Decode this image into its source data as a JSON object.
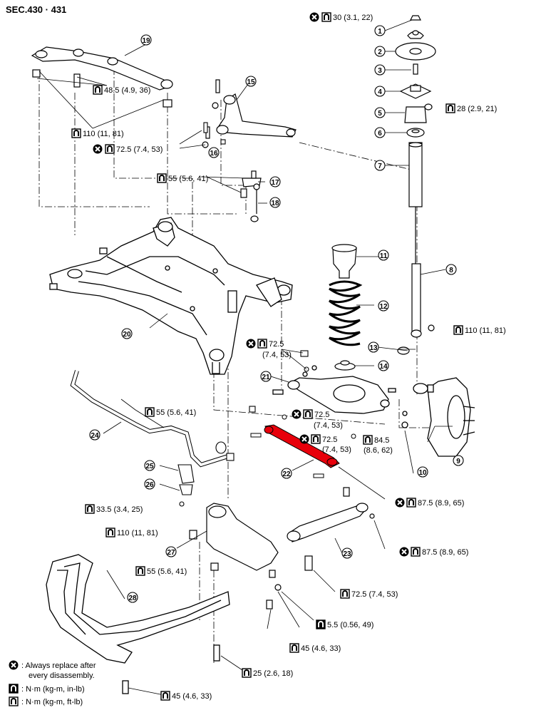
{
  "section": "SEC.430 · 431",
  "colors": {
    "highlight": "#e8000b",
    "line": "#000000"
  },
  "callouts": [
    {
      "id": "1",
      "label": "1"
    },
    {
      "id": "2",
      "label": "2"
    },
    {
      "id": "3",
      "label": "3"
    },
    {
      "id": "4",
      "label": "4"
    },
    {
      "id": "5",
      "label": "5"
    },
    {
      "id": "6",
      "label": "6"
    },
    {
      "id": "7",
      "label": "7"
    },
    {
      "id": "8",
      "label": "8"
    },
    {
      "id": "9",
      "label": "9"
    },
    {
      "id": "10",
      "label": "10"
    },
    {
      "id": "11",
      "label": "11"
    },
    {
      "id": "12",
      "label": "12"
    },
    {
      "id": "13",
      "label": "13"
    },
    {
      "id": "14",
      "label": "14"
    },
    {
      "id": "15",
      "label": "15"
    },
    {
      "id": "16",
      "label": "16"
    },
    {
      "id": "17",
      "label": "17"
    },
    {
      "id": "18",
      "label": "18"
    },
    {
      "id": "19",
      "label": "19"
    },
    {
      "id": "20",
      "label": "20"
    },
    {
      "id": "21",
      "label": "21"
    },
    {
      "id": "22",
      "label": "22"
    },
    {
      "id": "23",
      "label": "23"
    },
    {
      "id": "24",
      "label": "24"
    },
    {
      "id": "25",
      "label": "25"
    },
    {
      "id": "26",
      "label": "26"
    },
    {
      "id": "27",
      "label": "27"
    },
    {
      "id": "28",
      "label": "28"
    }
  ],
  "torques": [
    {
      "id": "t30",
      "text": "30 (3.1, 22)",
      "replace": true,
      "type": "ft"
    },
    {
      "id": "t28",
      "text": "28 (2.9, 21)",
      "replace": false,
      "type": "ft"
    },
    {
      "id": "t485",
      "text": "48.5 (4.9, 36)",
      "replace": false,
      "type": "ft"
    },
    {
      "id": "t110a",
      "text": "110 (11, 81)",
      "replace": false,
      "type": "ft"
    },
    {
      "id": "t725a",
      "text": "72.5 (7.4, 53)",
      "replace": true,
      "type": "ft"
    },
    {
      "id": "t55a",
      "text": "55 (5.6, 41)",
      "replace": false,
      "type": "ft"
    },
    {
      "id": "t110b",
      "text": "110 (11, 81)",
      "replace": false,
      "type": "ft"
    },
    {
      "id": "t725b1",
      "text": "72.5",
      "replace": true,
      "type": "ft"
    },
    {
      "id": "t725b2",
      "text": "(7.4, 53)",
      "replace": false,
      "type": "none"
    },
    {
      "id": "t55b",
      "text": "55 (5.6, 41)",
      "replace": false,
      "type": "ft"
    },
    {
      "id": "t725c1",
      "text": "72.5",
      "replace": true,
      "type": "ft"
    },
    {
      "id": "t725c2",
      "text": "(7.4, 53)",
      "replace": false,
      "type": "none"
    },
    {
      "id": "t725d1",
      "text": "72.5",
      "replace": true,
      "type": "ft"
    },
    {
      "id": "t725d2",
      "text": "(7.4, 53)",
      "replace": false,
      "type": "none"
    },
    {
      "id": "t845a",
      "text": "84.5",
      "replace": false,
      "type": "ft"
    },
    {
      "id": "t845b",
      "text": "(8.6, 62)",
      "replace": false,
      "type": "none"
    },
    {
      "id": "t875a",
      "text": "87.5 (8.9, 65)",
      "replace": true,
      "type": "ft"
    },
    {
      "id": "t875b",
      "text": "87.5 (8.9, 65)",
      "replace": true,
      "type": "ft"
    },
    {
      "id": "t335",
      "text": "33.5 (3.4, 25)",
      "replace": false,
      "type": "ft"
    },
    {
      "id": "t110c",
      "text": "110 (11, 81)",
      "replace": false,
      "type": "ft"
    },
    {
      "id": "t55c",
      "text": "55 (5.6, 41)",
      "replace": false,
      "type": "ft"
    },
    {
      "id": "t725e",
      "text": "72.5 (7.4, 53)",
      "replace": false,
      "type": "ft"
    },
    {
      "id": "t55d",
      "text": "5.5 (0.56, 49)",
      "replace": false,
      "type": "in"
    },
    {
      "id": "t45a",
      "text": "45 (4.6, 33)",
      "replace": false,
      "type": "ft"
    },
    {
      "id": "t25",
      "text": "25 (2.6, 18)",
      "replace": false,
      "type": "ft"
    },
    {
      "id": "t45b",
      "text": "45 (4.6, 33)",
      "replace": false,
      "type": "ft"
    }
  ],
  "legend": {
    "replace_line1": ": Always replace after",
    "replace_line2": "every disassembly.",
    "nm_in": ": N·m (kg-m, in-lb)",
    "nm_ft": ": N·m (kg-m, ft-lb)"
  }
}
